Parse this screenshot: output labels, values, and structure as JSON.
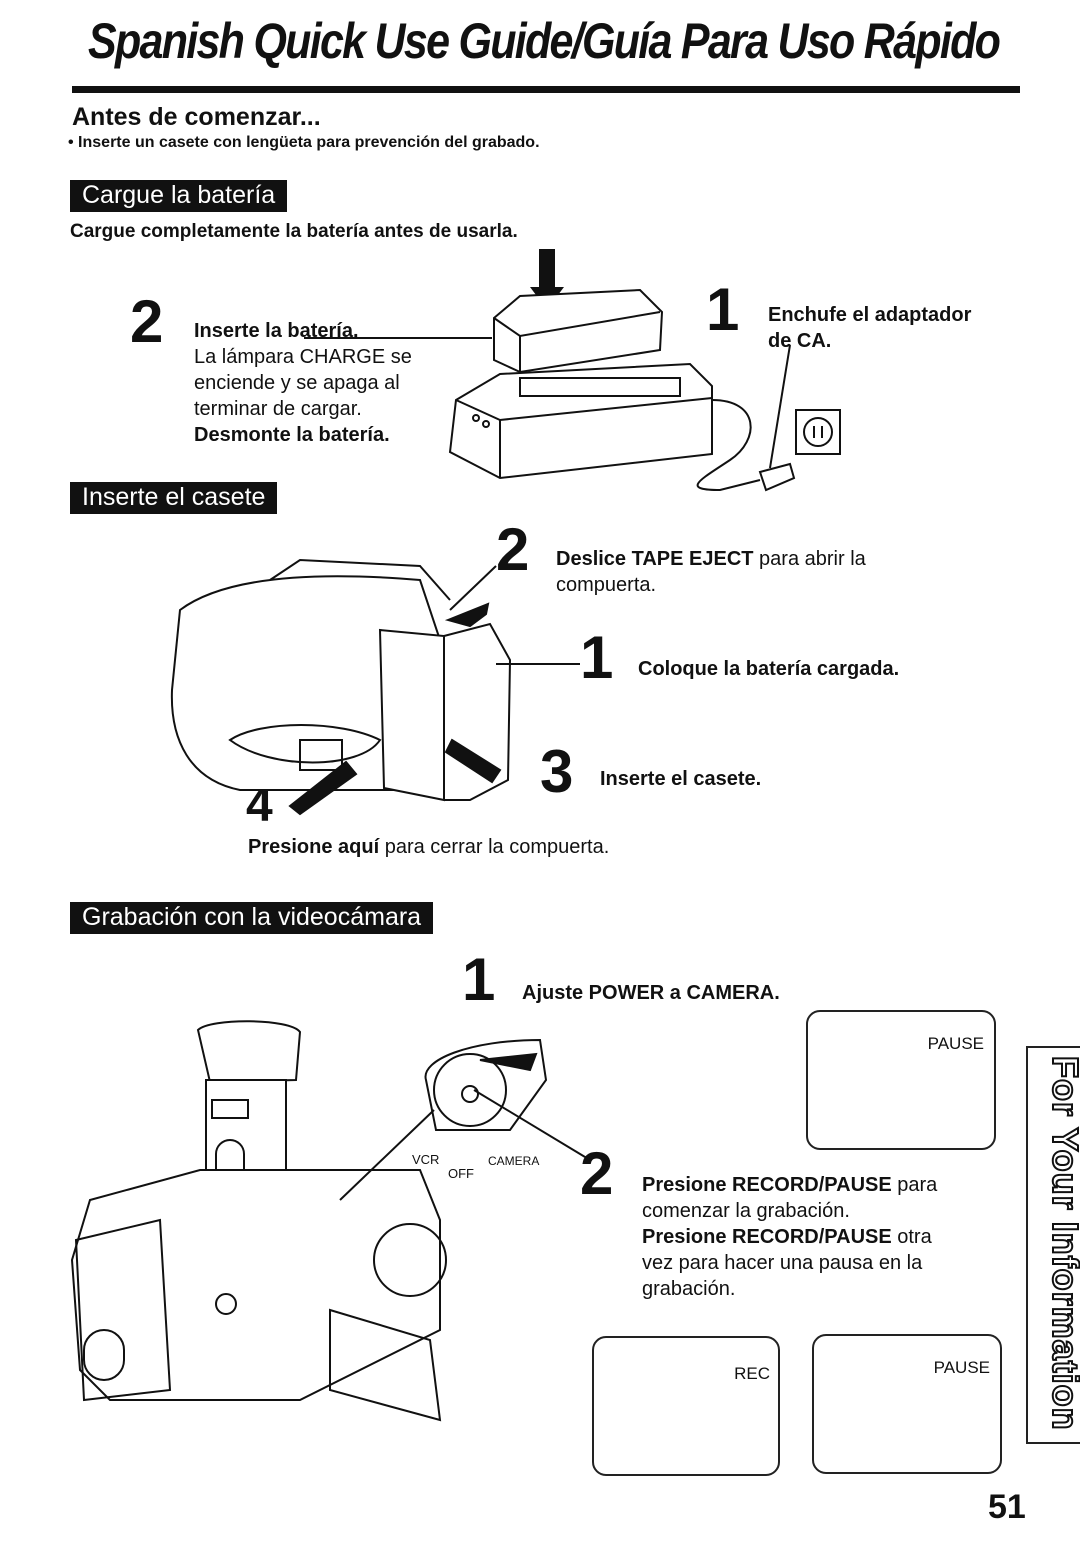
{
  "title": "Spanish Quick Use Guide/Guía Para Uso Rápido",
  "intro": {
    "heading": "Antes de comenzar...",
    "bullet": "• Inserte un casete con lengüeta para prevención del grabado."
  },
  "section1": {
    "banner": "Cargue la batería",
    "instruction": "Cargue completamente la batería antes de usarla.",
    "step2": {
      "number": "2",
      "bold1": "Inserte la batería.",
      "line1": "La lámpara CHARGE se",
      "line2": "enciende y se apaga al",
      "line3": "terminar de cargar.",
      "bold2": "Desmonte la batería."
    },
    "step1": {
      "number": "1",
      "line1": "Enchufe el adaptador",
      "line2": "de CA."
    }
  },
  "section2": {
    "banner": "Inserte el casete",
    "step2": {
      "number": "2",
      "bold": "Deslice TAPE EJECT",
      "rest1": " para abrir la",
      "rest2": "compuerta."
    },
    "step1": {
      "number": "1",
      "text": "Coloque la batería cargada."
    },
    "step3": {
      "number": "3",
      "text": "Inserte el casete."
    },
    "step4": {
      "number": "4",
      "bold": "Presione aquí",
      "rest": " para cerrar la compuerta."
    }
  },
  "section3": {
    "banner": "Grabación con la videocámara",
    "step1": {
      "number": "1",
      "text": "Ajuste POWER a CAMERA."
    },
    "switch_labels": {
      "vcr": "VCR",
      "off": "OFF",
      "camera": "CAMERA"
    },
    "step2": {
      "number": "2",
      "bold1": "Presione RECORD/PAUSE",
      "rest1": " para",
      "line2": "comenzar la grabación.",
      "bold2": "Presione RECORD/PAUSE",
      "rest2": " otra",
      "line4": "vez para hacer una pausa en la",
      "line5": "grabación."
    },
    "screens": {
      "top": "PAUSE",
      "rec": "REC",
      "pause": "PAUSE"
    }
  },
  "side_tab": "For Your Information",
  "page_number": "51"
}
